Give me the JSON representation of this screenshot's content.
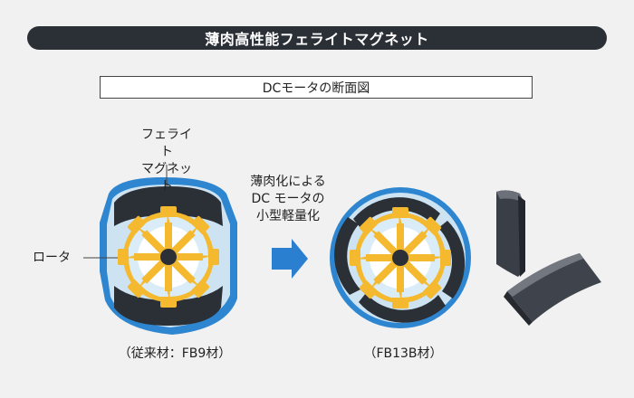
{
  "header": {
    "title": "薄肉高性能フェライトマグネット"
  },
  "diagram": {
    "subtitle": "DCモータの断面図",
    "magnet_label_lines": [
      "フェライト",
      "マグネット"
    ],
    "rotor_label": "ロータ",
    "middle_text_lines": [
      "薄肉化による",
      "DC モータの",
      "小型軽量化"
    ],
    "caption_left": "（従来材：FB9材）",
    "caption_right": "（FB13B材）"
  },
  "colors": {
    "housing_blue": "#2e86d0",
    "magnet_dark": "#2b2f36",
    "rotor_yellow": "#f4b92e",
    "gap_light": "#cde3f2",
    "arrow_blue": "#2a7fd0"
  }
}
